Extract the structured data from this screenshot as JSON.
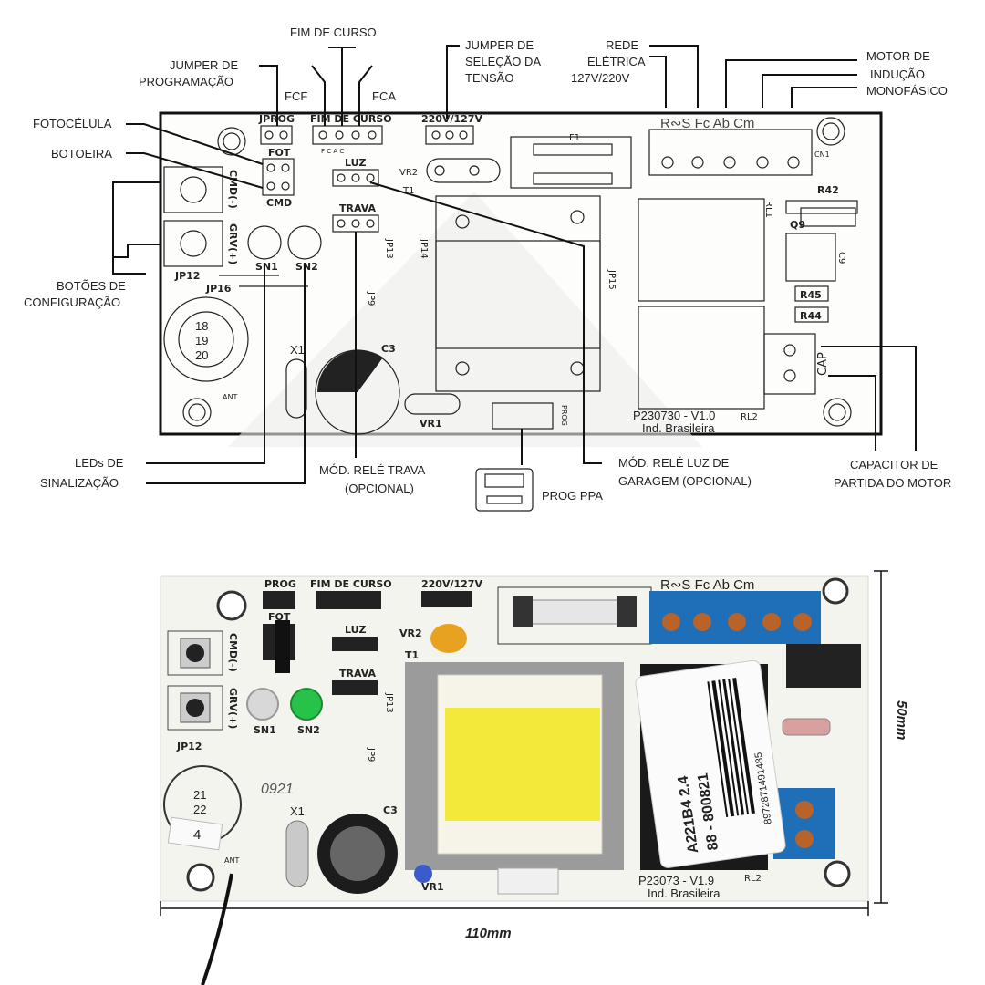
{
  "diagram": {
    "callouts": {
      "fim_de_curso": "FIM DE CURSO",
      "jumper_prog_1": "JUMPER DE",
      "jumper_prog_2": "PROGRAMAÇÃO",
      "fcf": "FCF",
      "fca": "FCA",
      "jumper_sel_1": "JUMPER DE",
      "jumper_sel_2": "SELEÇÃO DA",
      "jumper_sel_3": "TENSÃO",
      "rede_1": "REDE",
      "rede_2": "ELÉTRICA",
      "rede_3": "127V/220V",
      "motor_1": "MOTOR DE",
      "motor_2": "INDUÇÃO",
      "motor_3": "MONOFÁSICO",
      "fotocelula": "FOTOCÉLULA",
      "botoeira": "BOTOEIRA",
      "botoes_1": "BOTÕES DE",
      "botoes_2": "CONFIGURAÇÃO",
      "leds_1": "LEDs DE",
      "leds_2": "SINALIZAÇÃO",
      "mod_trava_1": "MÓD. RELÉ TRAVA",
      "mod_trava_2": "(OPCIONAL)",
      "prog_ppa": "PROG PPA",
      "mod_luz_1": "MÓD. RELÉ LUZ DE",
      "mod_luz_2": "GARAGEM (OPCIONAL)",
      "capacitor_1": "CAPACITOR DE",
      "capacitor_2": "PARTIDA DO MOTOR"
    },
    "board_labels": {
      "jprog": "JPROG",
      "fim_de_curso": "FIM DE CURSO",
      "fca_pins": "F  C  A  C",
      "tension": "220V/127V",
      "terminals": "R∾S  Fc  Ab  Cm",
      "fot": "FOT",
      "cmd": "CMD",
      "luz": "LUZ",
      "trava": "TRAVA",
      "f1": "F1",
      "vr2": "VR2",
      "t1": "T1",
      "r42": "R42",
      "q9": "Q9",
      "c9": "C9",
      "r45": "R45",
      "r44": "R44",
      "cap": "CAP",
      "rl1": "RL1",
      "rl2": "RL2",
      "cn1": "CN1",
      "cmd_btn": "CMD(-)",
      "grv_btn": "GRV(+)",
      "sn1": "SN1",
      "sn2": "SN2",
      "jp12": "JP12",
      "jp16": "JP16",
      "jp13": "JP13",
      "jp14": "JP14",
      "jp9": "JP9",
      "jp15": "JP15",
      "x1": "X1",
      "c3": "C3",
      "vr1": "VR1",
      "ant": "ANT",
      "prog": "PROG",
      "model": "P230730 - V1.0",
      "ind": "Ind. Brasileira",
      "dip_center": [
        "18",
        "19",
        "20"
      ]
    }
  },
  "photo": {
    "labels": {
      "prog": "PROG",
      "fim_de_curso": "FIM DE CURSO",
      "tension": "220V/127V",
      "terminals": "R∾S  Fc  Ab  Cm",
      "fot": "FOT",
      "luz": "LUZ",
      "trava": "TRAVA",
      "vr2": "VR2",
      "t1": "T1",
      "cmd_btn": "CMD(-)",
      "grv_btn": "GRV(+)",
      "sn1": "SN1",
      "sn2": "SN2",
      "jp12": "JP12",
      "jp13": "JP13",
      "jp9": "JP9",
      "x1": "X1",
      "c3": "C3",
      "ant": "ANT",
      "vr1": "VR1",
      "rl2": "RL2",
      "model": "P23073 - V1.9",
      "ind": "Ind. Brasileira",
      "handwritten": "0921",
      "dip_center": [
        "21",
        "22"
      ],
      "tag": "4",
      "sticker_1": "A221B4 2.4",
      "sticker_2": "88 - 800821",
      "sticker_barcode": "8972871491485"
    },
    "dimensions": {
      "height": "50mm",
      "width": "110mm"
    }
  },
  "colors": {
    "board": "#f4f4ef",
    "terminal_blue": "#1f6fb8",
    "transformer_yellow": "#f3e93a",
    "led_green": "#27c24a",
    "vr2_orange": "#e7a21f"
  }
}
